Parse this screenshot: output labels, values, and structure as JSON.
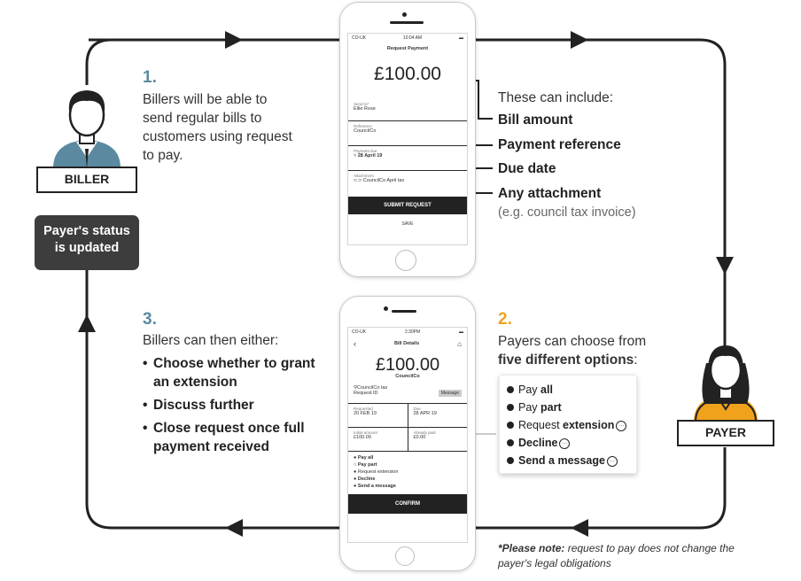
{
  "step1": {
    "number": "1.",
    "text": "Billers will be able to send regular bills to customers using request to pay."
  },
  "step2": {
    "number": "2.",
    "intro": "Payers can choose from",
    "intro_bold": "five different options",
    "intro_end": ":",
    "options": [
      {
        "pre": "Pay ",
        "bold": "all",
        "post": "",
        "chat": false
      },
      {
        "pre": "Pay ",
        "bold": "part",
        "post": "",
        "chat": false
      },
      {
        "pre": "Request ",
        "bold": "extension",
        "post": "",
        "chat": true
      },
      {
        "pre": "",
        "bold": "Decline",
        "post": "",
        "chat": true
      },
      {
        "pre": "",
        "bold": "Send a message",
        "post": "",
        "chat": true
      }
    ]
  },
  "step3": {
    "number": "3.",
    "intro": "Billers can then either:",
    "bullets": [
      "Choose whether to grant an extension",
      "Discuss further",
      "Close request once full payment received"
    ]
  },
  "includes": {
    "intro": "These can include:",
    "items": [
      "Bill amount",
      "Payment reference",
      "Due date",
      "Any attachment"
    ],
    "example": "(e.g. council tax invoice)"
  },
  "labels": {
    "biller": "BILLER",
    "payer": "PAYER",
    "status": "Payer's status is updated"
  },
  "note": {
    "bold": "*Please note:",
    "text": " request to pay does not change the payer's legal obligations"
  },
  "phone_top": {
    "carrier": "CO-UK",
    "time": "10:04 AM",
    "title": "Request Payment",
    "amount": "£100.00",
    "sent_to_label": "Send to*",
    "sent_to_value": "Ellie Rose",
    "reference_label": "Reference",
    "reference_value": "CouncilCo",
    "due_label": "Payment due",
    "due_value": "28 April 19",
    "attachment_label": "Attachment",
    "attachment_value": "CouncilCo April tax",
    "submit": "SUBMIT REQUEST",
    "save": "SAVE"
  },
  "phone_bottom": {
    "carrier": "CO-UK",
    "time": "2:30PM",
    "title": "Bill Details",
    "amount": "£100.00",
    "biller": "CouncilCo",
    "from_line": "CouncilCo tax",
    "request_id": "Request ID",
    "message_btn": "Message",
    "requested_label": "Requested",
    "requested_value": "20 FEB 19",
    "due_label": "Due",
    "due_value": "28 APR 19",
    "initial_label": "Initial amount",
    "initial_value": "£100.00",
    "paid_label": "Already paid",
    "paid_value": "£0.00",
    "options": [
      "Pay all",
      "Pay part",
      "Request extension",
      "Decline",
      "Send a message"
    ],
    "confirm": "CONFIRM"
  },
  "colors": {
    "step1": "#5b8aa0",
    "step2": "#f0a21c",
    "step3": "#5b8aa0",
    "dark": "#222222",
    "status_bg": "#3d3d3d"
  }
}
